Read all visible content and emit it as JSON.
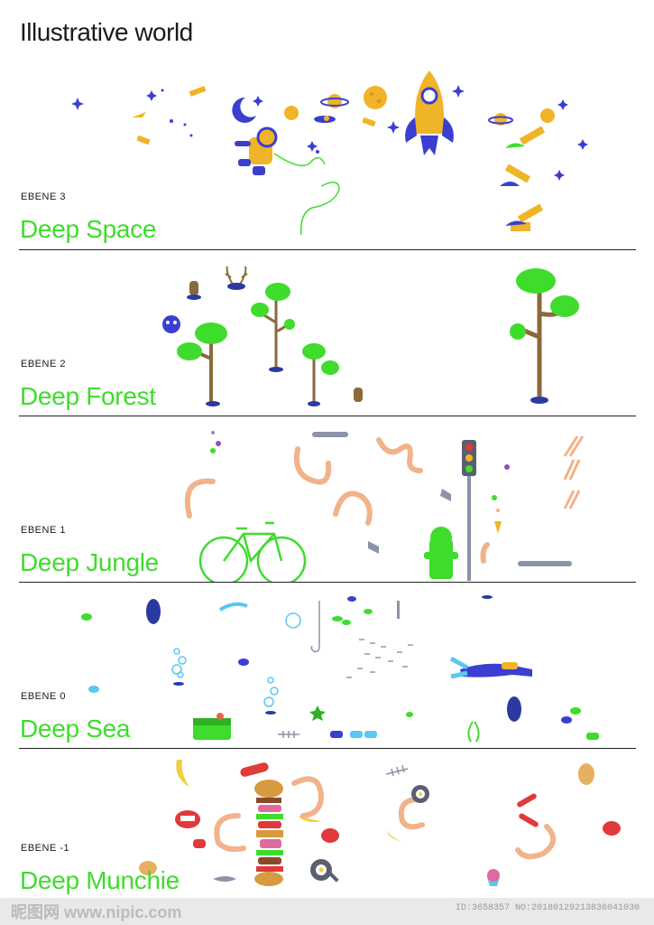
{
  "title": "Illustrative world",
  "sections": [
    {
      "level": "EBENE 3",
      "name": "Deep Space"
    },
    {
      "level": "EBENE 2",
      "name": "Deep Forest"
    },
    {
      "level": "EBENE 1",
      "name": "Deep Jungle"
    },
    {
      "level": "EBENE 0",
      "name": "Deep Sea"
    },
    {
      "level": "EBENE -1",
      "name": "Deep Munchie"
    }
  ],
  "watermark": {
    "logo": "昵图网 www.nipic.com",
    "id": "ID:3658357 NO:20180129213836041030"
  },
  "colors": {
    "accent": "#3fdc2c",
    "rule": "#222222"
  }
}
